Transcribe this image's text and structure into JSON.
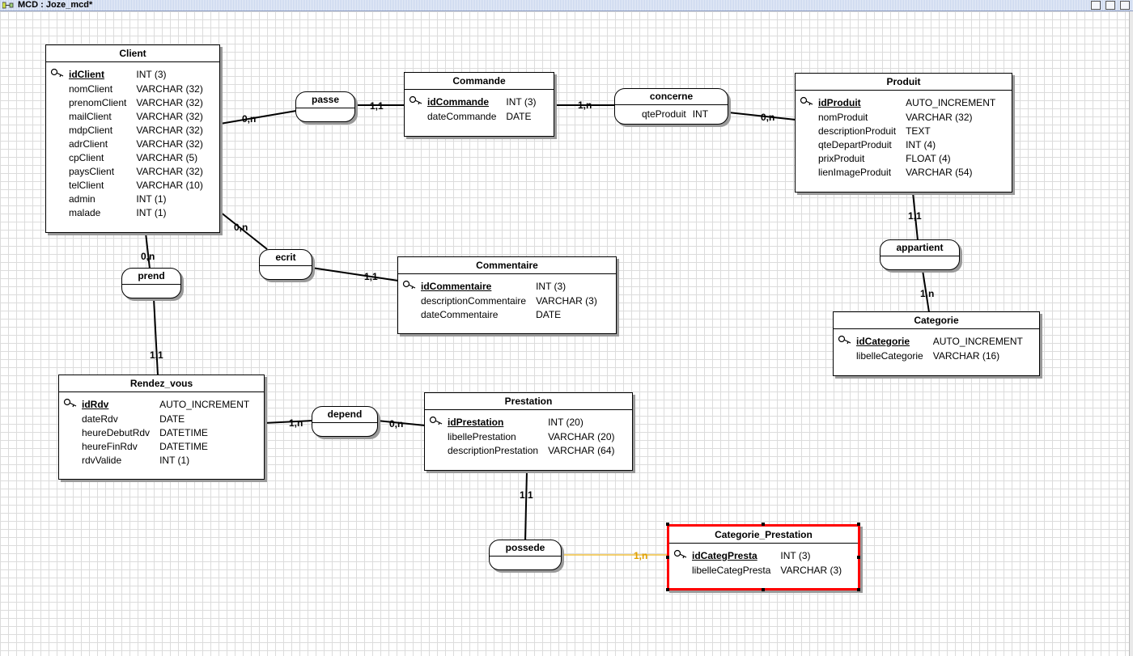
{
  "window": {
    "title": "MCD : Joze_mcd*"
  },
  "entities": [
    {
      "name": "Client",
      "attrs": [
        [
          "idClient",
          "INT (3)"
        ],
        [
          "nomClient",
          "VARCHAR (32)"
        ],
        [
          "prenomClient",
          "VARCHAR (32)"
        ],
        [
          "mailClient",
          "VARCHAR (32)"
        ],
        [
          "mdpClient",
          "VARCHAR (32)"
        ],
        [
          "adrClient",
          "VARCHAR (32)"
        ],
        [
          "cpClient",
          "VARCHAR (5)"
        ],
        [
          "paysClient",
          "VARCHAR (32)"
        ],
        [
          "telClient",
          "VARCHAR (10)"
        ],
        [
          "admin",
          "INT (1)"
        ],
        [
          "malade",
          "INT (1)"
        ]
      ]
    },
    {
      "name": "Commande",
      "attrs": [
        [
          "idCommande",
          "INT (3)"
        ],
        [
          "dateCommande",
          "DATE"
        ]
      ]
    },
    {
      "name": "Produit",
      "attrs": [
        [
          "idProduit",
          "AUTO_INCREMENT"
        ],
        [
          "nomProduit",
          "VARCHAR (32)"
        ],
        [
          "descriptionProduit",
          "TEXT"
        ],
        [
          "qteDepartProduit",
          "INT (4)"
        ],
        [
          "prixProduit",
          "FLOAT (4)"
        ],
        [
          "lienImageProduit",
          "VARCHAR (54)"
        ]
      ]
    },
    {
      "name": "Commentaire",
      "attrs": [
        [
          "idCommentaire",
          "INT (3)"
        ],
        [
          "descriptionCommentaire",
          "VARCHAR (3)"
        ],
        [
          "dateCommentaire",
          "DATE"
        ]
      ]
    },
    {
      "name": "Categorie",
      "attrs": [
        [
          "idCategorie",
          "AUTO_INCREMENT"
        ],
        [
          "libelleCategorie",
          "VARCHAR (16)"
        ]
      ]
    },
    {
      "name": "Rendez_vous",
      "attrs": [
        [
          "idRdv",
          "AUTO_INCREMENT"
        ],
        [
          "dateRdv",
          "DATE"
        ],
        [
          "heureDebutRdv",
          "DATETIME"
        ],
        [
          "heureFinRdv",
          "DATETIME"
        ],
        [
          "rdvValide",
          "INT (1)"
        ]
      ]
    },
    {
      "name": "Prestation",
      "attrs": [
        [
          "idPrestation",
          "INT (20)"
        ],
        [
          "libellePrestation",
          "VARCHAR (20)"
        ],
        [
          "descriptionPrestation",
          "VARCHAR (64)"
        ]
      ]
    },
    {
      "name": "Categorie_Prestation",
      "attrs": [
        [
          "idCategPresta",
          "INT (3)"
        ],
        [
          "libelleCategPresta",
          "VARCHAR (3)"
        ]
      ]
    }
  ],
  "associations": [
    {
      "name": "passe"
    },
    {
      "name": "concerne",
      "prop": "qteProduit",
      "prop_type": "INT"
    },
    {
      "name": "ecrit"
    },
    {
      "name": "prend"
    },
    {
      "name": "appartient"
    },
    {
      "name": "depend"
    },
    {
      "name": "possede"
    }
  ],
  "cardinalities": [
    "0,n",
    "1,1",
    "1,n",
    "0,n",
    "0,n",
    "1,1",
    "0,n",
    "1,1",
    "1,1",
    "1,n",
    "1,n",
    "0,n",
    "1,1",
    "1,n"
  ],
  "colors": {
    "selection": "#ff0000",
    "selected_link": "#f0c040",
    "grid": "#dcdcdc"
  }
}
